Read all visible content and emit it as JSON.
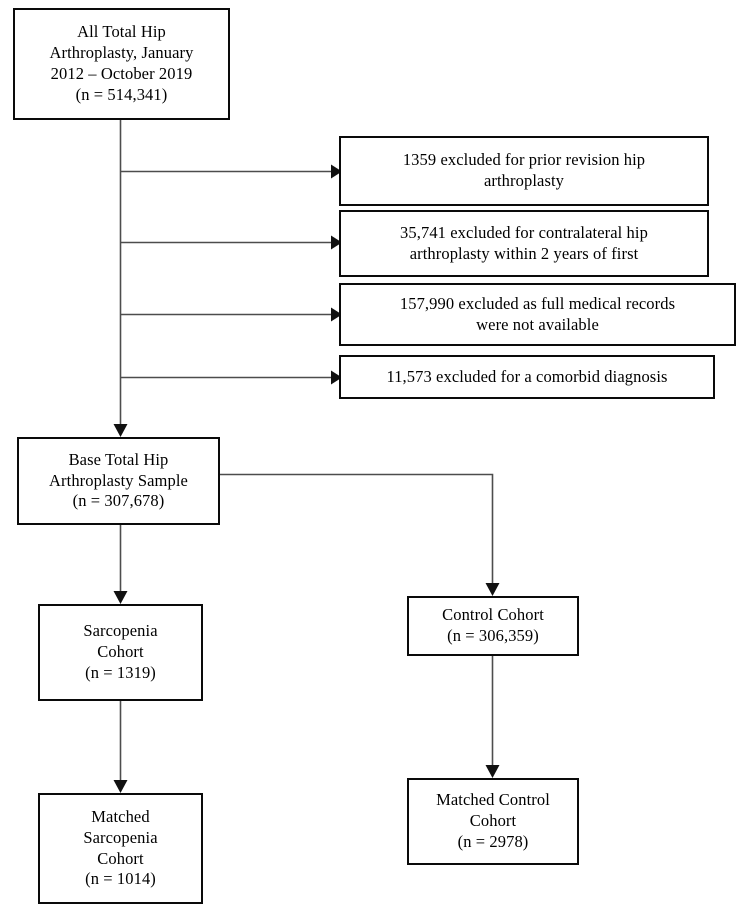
{
  "figure": {
    "type": "flow-diagram",
    "title": "Study cohort selection flow diagram",
    "accent_color": "#0a0a0a",
    "connector_color": "#4d4d4d",
    "background_color": "#ffffff"
  },
  "nodes": {
    "source_cohort": {
      "label": "All Total Hip\nArthroplasty, January\n2012 – October 2019\n(n = 514,341)",
      "n": "514,341"
    },
    "exclusion_1": {
      "label": "1359 excluded for prior revision hip\narthroplasty",
      "n": "1359"
    },
    "exclusion_2": {
      "label": "35,741 excluded for contralateral hip\narthroplasty within 2 years of first",
      "n": "35,741"
    },
    "exclusion_3": {
      "label": "157,990 excluded as full medical records\nwere not available",
      "n": "157,990"
    },
    "exclusion_4": {
      "label": "11,573 excluded for a comorbid diagnosis",
      "n": "11,573"
    },
    "base_sample": {
      "label": "Base Total Hip\nArthroplasty Sample\n(n = 307,678)",
      "n": "307,678"
    },
    "sarcopenia_cohort": {
      "label": "Sarcopenia\nCohort\n(n = 1319)",
      "n": "1319"
    },
    "control_cohort": {
      "label": "Control Cohort\n(n = 306,359)",
      "n": "306,359"
    },
    "matched_sarcopenia_cohort": {
      "label": "Matched\nSarcopenia\nCohort\n(n = 1014)",
      "n": "1014"
    },
    "matched_control_cohort": {
      "label": "Matched Control\nCohort\n(n = 2978)",
      "n": "2978"
    }
  },
  "chart_data": {
    "type": "table",
    "title": "Study cohort selection flow diagram",
    "categories": [
      "All Total Hip Arthroplasty, January 2012 – October 2019",
      "1359 excluded for prior revision hip arthroplasty",
      "35,741 excluded for contralateral hip arthroplasty within 2 years of first",
      "157,990 excluded as full medical records were not available",
      "11,573 excluded for a comorbid diagnosis",
      "Base Total Hip Arthroplasty Sample",
      "Sarcopenia Cohort",
      "Control Cohort",
      "Matched Sarcopenia Cohort",
      "Matched Control Cohort"
    ],
    "values": [
      514341,
      1359,
      35741,
      157990,
      11573,
      307678,
      1319,
      306359,
      1014,
      2978
    ],
    "xlabel": "",
    "ylabel": "n"
  }
}
